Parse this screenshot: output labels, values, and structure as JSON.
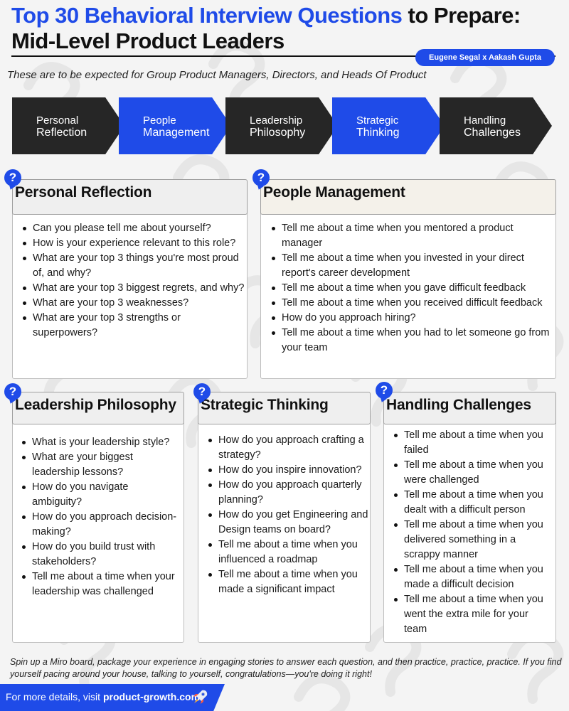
{
  "header": {
    "title_blue": "Top 30 Behavioral Interview Questions",
    "title_black": " to Prepare:",
    "title_line2": "Mid-Level Product Leaders",
    "authors": "Eugene Segal x Aakash Gupta",
    "subtitle": "These are to be expected for Group Product Managers, Directors, and Heads Of Product"
  },
  "chevrons": [
    {
      "line1": "Personal",
      "line2": "Reflection",
      "color": "#262626"
    },
    {
      "line1": "People",
      "line2": "Management",
      "color": "#1f4be8"
    },
    {
      "line1": "Leadership",
      "line2": "Philosophy",
      "color": "#262626"
    },
    {
      "line1": "Strategic",
      "line2": "Thinking",
      "color": "#1f4be8"
    },
    {
      "line1": "Handling",
      "line2": "Challenges",
      "color": "#262626"
    }
  ],
  "cards": {
    "personal": {
      "title": "Personal Reflection",
      "items": [
        "Can you please tell me about yourself?",
        "How is your experience relevant to this role?",
        "What are your top 3 things you're most proud of, and why?",
        "What are your top 3 biggest regrets, and why?",
        "What are your top 3 weaknesses?",
        "What are your top 3 strengths or superpowers?"
      ]
    },
    "people": {
      "title": "People Management",
      "items": [
        "Tell me about a time when you mentored a product manager",
        "Tell me about a time when you invested in your direct report's career development",
        "Tell me about a time when you gave difficult feedback",
        "Tell me about a time when you received difficult feedback",
        "How do you approach hiring?",
        "Tell me about a time when you had to let someone go from your team"
      ]
    },
    "leadership": {
      "title": "Leadership Philosophy",
      "items": [
        "What is your leadership style?",
        "What are your biggest leadership lessons?",
        "How do you navigate ambiguity?",
        "How do you approach decision-making?",
        "How do you build trust with stakeholders?",
        "Tell me about a time when your leadership was challenged"
      ]
    },
    "strategic": {
      "title": "Strategic Thinking",
      "items": [
        "How do you approach crafting a strategy?",
        "How do you inspire innovation?",
        "How do you approach quarterly planning?",
        "How do you get Engineering and Design teams on board?",
        "Tell me about a time when you influenced a roadmap",
        "Tell me about a time when you made a significant impact"
      ]
    },
    "challenges": {
      "title": "Handling Challenges",
      "items": [
        "Tell me about a time when you failed",
        "Tell me about a time when you were challenged",
        "Tell me about a time when you dealt with a difficult person",
        "Tell me about a time when you delivered something in a scrappy manner",
        "Tell me about a time when you made a difficult decision",
        "Tell me about a time when you went the extra mile for your team"
      ]
    }
  },
  "question_icon": {
    "glyph": "?",
    "icon": "question-bubble-icon",
    "color": "#1f4be8"
  },
  "footer": {
    "note": "Spin up a Miro board, package your experience in engaging stories to answer each question, and then practice, practice, practice. If you find yourself pacing around your house, talking to yourself, congratulations—you're doing it right!",
    "cta_prefix": "For more details, visit ",
    "cta_link": "product-growth.com",
    "cta_icon": "rocket-icon"
  },
  "colors": {
    "accent": "#1f4be8",
    "dark": "#262626",
    "background": "#f4f4f4"
  }
}
